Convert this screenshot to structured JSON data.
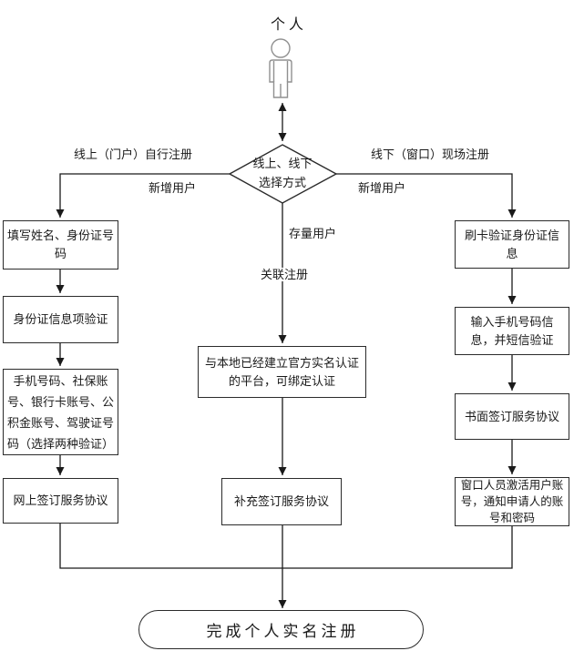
{
  "title": "个人",
  "colors": {
    "line": "#1a1a1a",
    "node_border": "#2b2b2b",
    "node_fill": "#ffffff",
    "person_icon": "#909090",
    "background": "#ffffff"
  },
  "decision": {
    "line1": "线上、线下",
    "line2": "选择方式"
  },
  "left_flow": {
    "branch_label": "线上（门户）自行注册",
    "edge_label": "新增用户",
    "steps": [
      "填写姓名、身份证号码",
      "身份证信息项验证",
      "手机号码、社保账号、银行卡账号、公积金账号、驾驶证号码（选择两种验证）",
      "网上签订服务协议"
    ]
  },
  "middle_flow": {
    "edge_label_existing": "存量用户",
    "edge_label_linked": "关联注册",
    "steps": [
      "与本地已经建立官方实名认证的平台，可绑定认证",
      "补充签订服务协议"
    ]
  },
  "right_flow": {
    "branch_label": "线下（窗口）现场注册",
    "edge_label": "新增用户",
    "steps": [
      "刷卡验证身份证信息",
      "输入手机号码信息，并短信验证",
      "书面签订服务协议",
      "窗口人员激活用户账号，通知申请人的账号和密码"
    ]
  },
  "end_node": {
    "label": "完成个人实名注册"
  }
}
